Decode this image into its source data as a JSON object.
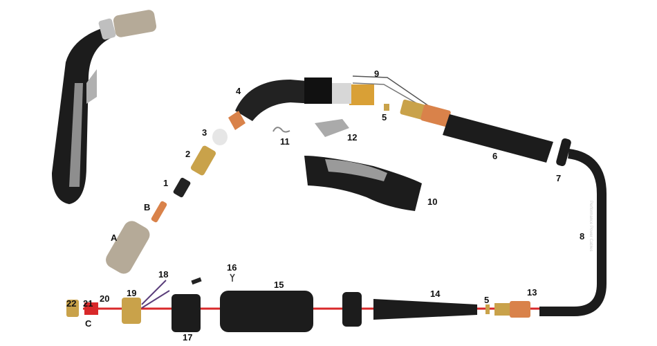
{
  "diagram": {
    "labels": {
      "A": "A",
      "B": "B",
      "C": "C",
      "p1": "1",
      "p2": "2",
      "p3": "3",
      "p4": "4",
      "p5a": "5",
      "p5b": "5",
      "p6": "6",
      "p7": "7",
      "p8": "8",
      "p9": "9",
      "p10": "10",
      "p11": "11",
      "p12": "12",
      "p13": "13",
      "p14": "14",
      "p15": "15",
      "p16": "16",
      "p17": "17",
      "p18": "18",
      "p19": "19",
      "p20": "20",
      "p21": "21",
      "p22": "22"
    },
    "cable_text": "Performance Power Cables",
    "colors": {
      "handle": "#1c1c1c",
      "grip": "#9a9a9a",
      "brass": "#c9a24a",
      "copper": "#d9824a",
      "liner": "#d8282a",
      "nozzle": "#b5aa98"
    }
  }
}
